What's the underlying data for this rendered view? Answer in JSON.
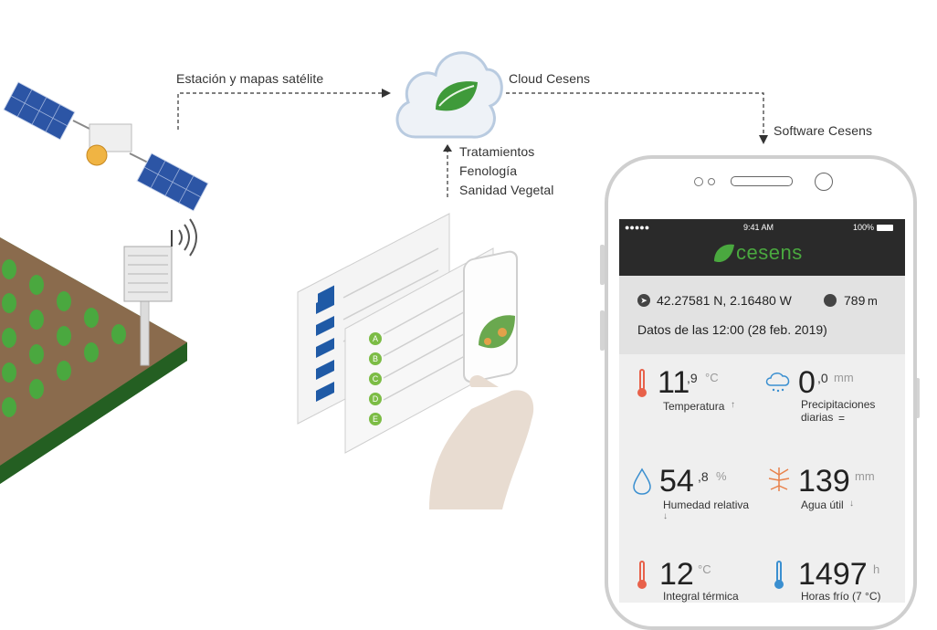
{
  "flow": {
    "satellite_label": "Estación y mapas satélite",
    "cloud_label": "Cloud Cesens",
    "software_label": "Software Cesens",
    "uploads": [
      "Tratamientos",
      "Fenología",
      "Sanidad Vegetal"
    ],
    "checklist_letters": [
      "A",
      "B",
      "C",
      "D",
      "E"
    ]
  },
  "phone": {
    "status": {
      "carrier": "●●●●● ",
      "time": "9:41 AM",
      "battery": "100%"
    },
    "brand": "cesens",
    "location": {
      "coords": "42.27581 N, 2.16480 W",
      "altitude_value": "789",
      "altitude_unit": "m"
    },
    "data_time": "Datos de las 12:00 (28 feb. 2019)",
    "metrics": [
      {
        "value": "11",
        "decimal": ",9",
        "unit": "°C",
        "label": "Temperatura",
        "trend": "↑",
        "icon": "thermometer-icon",
        "color": "#e8614a"
      },
      {
        "value": "0",
        "decimal": ",0",
        "unit": "mm",
        "label": "Precipitaciones diarias",
        "trend": "=",
        "icon": "rain-cloud-icon",
        "color": "#3a8fd0"
      },
      {
        "value": "54",
        "decimal": ",8",
        "unit": "%",
        "label": "Humedad relativa",
        "trend": "↓",
        "icon": "water-drop-icon",
        "color": "#3a8fd0"
      },
      {
        "value": "139",
        "decimal": "",
        "unit": "mm",
        "label": "Agua útil",
        "trend": "↓",
        "icon": "root-icon",
        "color": "#e8814a"
      },
      {
        "value": "12",
        "decimal": "",
        "unit": "°C",
        "label": "Integral térmica",
        "trend": "",
        "icon": "thermometer-icon",
        "color": "#e8614a"
      },
      {
        "value": "1497",
        "decimal": "",
        "unit": "h",
        "label": "Horas frío (7 °C)",
        "trend": "",
        "icon": "cold-thermometer-icon",
        "color": "#3a8fd0"
      }
    ]
  },
  "colors": {
    "green": "#3f9a3a",
    "dark_green": "#2e7d32",
    "blue_panel": "#1f5aa6",
    "soil": "#8a6b4d",
    "header": "#2a2a2a"
  }
}
